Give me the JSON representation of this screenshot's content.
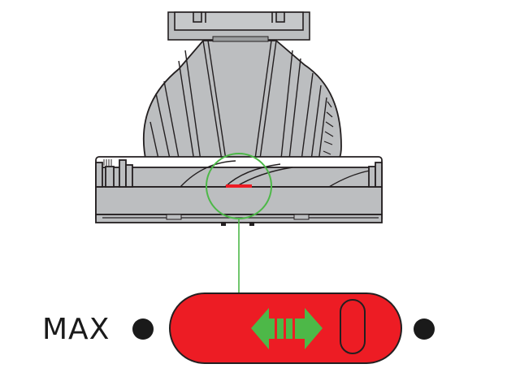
{
  "diagram": {
    "subject": "Upright vacuum cleaner head – suction control slider",
    "labels": {
      "max": "MAX"
    },
    "colors": {
      "body_gray": "#bcbec0",
      "outline": "#231f20",
      "callout_green": "#4db848",
      "slider_red": "#ed1c24",
      "indicator_red": "#ed1c24",
      "dot_black": "#1a1a1a"
    },
    "elements": [
      {
        "name": "vacuum-head",
        "description": "Gray motor ball and cleaner head"
      },
      {
        "name": "callout-circle",
        "description": "Green circle highlighting red indicator on cleaner head"
      },
      {
        "name": "callout-line",
        "description": "Green leader line to enlarged slider"
      },
      {
        "name": "suction-slider",
        "description": "Red rounded slider with green double-headed arrow and oval knob"
      },
      {
        "name": "left-dot",
        "description": "Position dot next to MAX"
      },
      {
        "name": "right-dot",
        "description": "Position dot on right side"
      }
    ]
  }
}
